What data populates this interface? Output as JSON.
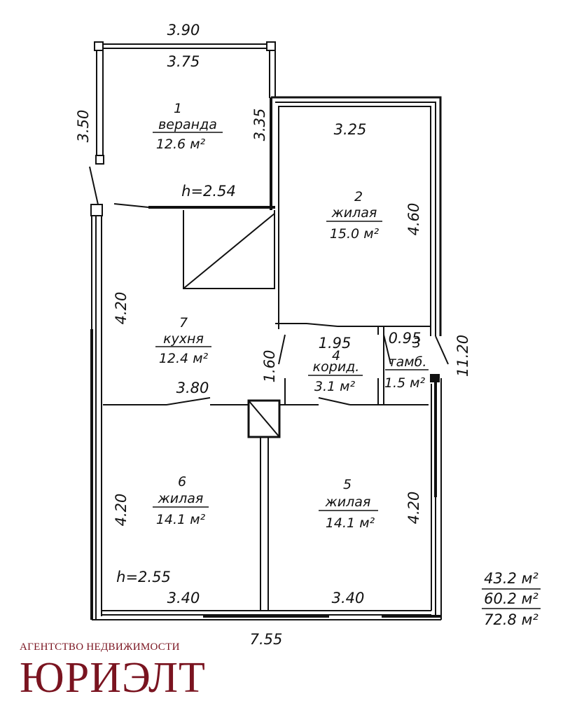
{
  "rooms": [
    {
      "num": "1",
      "name": "веранда",
      "area": "12.6 м²"
    },
    {
      "num": "2",
      "name": "жилая",
      "area": "15.0 м²"
    },
    {
      "num": "3",
      "name": "тамб.",
      "area": "1.5 м²"
    },
    {
      "num": "4",
      "name": "корид.",
      "area": "3.1 м²"
    },
    {
      "num": "5",
      "name": "жилая",
      "area": "14.1 м²"
    },
    {
      "num": "6",
      "name": "жилая",
      "area": "14.1 м²"
    },
    {
      "num": "7",
      "name": "кухня",
      "area": "12.4 м²"
    }
  ],
  "dimensions": {
    "veranda_outer": "3.90",
    "veranda_inner": "3.75",
    "veranda_left": "3.50",
    "veranda_right": "3.35",
    "veranda_height": "h=2.54",
    "room2_width": "3.25",
    "room2_right": "4.60",
    "kitchen_left": "4.20",
    "corridor_width": "1.95",
    "vestibule_width": "0.95",
    "total_right": "11.20",
    "corridor_height": "1.60",
    "kitchen_width": "3.80",
    "room6_left": "4.20",
    "room5_right": "4.20",
    "lower_height": "h=2.55",
    "room6_width": "3.40",
    "room5_width": "3.40",
    "total_width": "7.55"
  },
  "totals": [
    "43.2 м²",
    "60.2 м²",
    "72.8 м²"
  ],
  "brand": {
    "tagline": "АГЕНТСТВО НЕДВИЖИМОСТИ",
    "name": "ЮРИЭЛТ"
  }
}
